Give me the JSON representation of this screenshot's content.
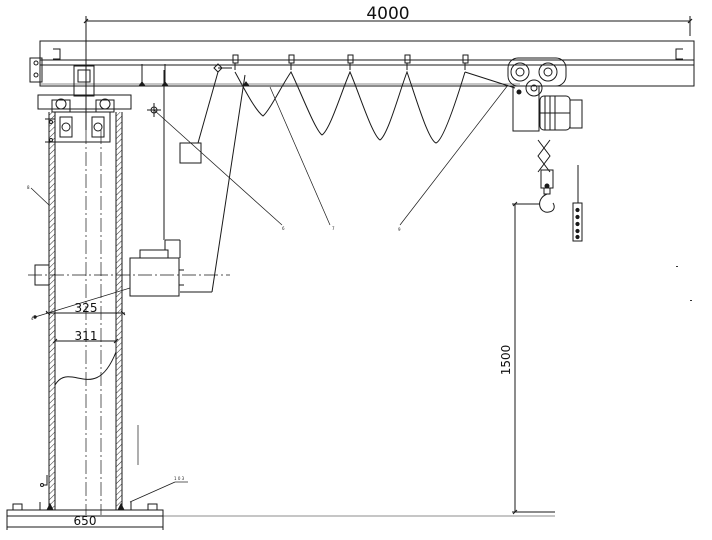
{
  "dimensions": {
    "boom_length": "4000",
    "column_outer_diameter": "325",
    "column_inner_diameter": "311",
    "lift_height": "1500",
    "base_width": "650"
  },
  "callouts": {
    "column": "8",
    "trolley_hanger": "6",
    "festoon_cable": "7",
    "hoist_trolley": "9",
    "slew_motor": "4",
    "base_plate": "1 0 3"
  },
  "colors": {
    "line": "#1a1a1a",
    "hatch": "#333333"
  }
}
